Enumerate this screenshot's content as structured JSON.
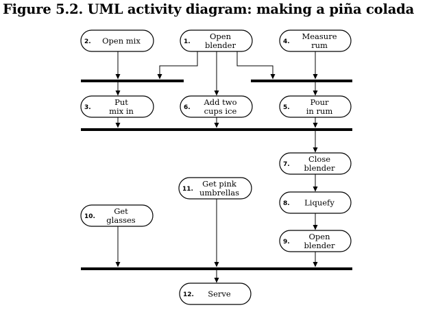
{
  "title": "Figure 5.2. UML activity diagram: making a piña colada",
  "activities": [
    {
      "id": "open-mix",
      "number": "2.",
      "lines": [
        "Open mix"
      ]
    },
    {
      "id": "open-blender",
      "number": "1.",
      "lines": [
        "Open",
        "blender"
      ]
    },
    {
      "id": "measure-rum",
      "number": "4.",
      "lines": [
        "Measure",
        "rum"
      ]
    },
    {
      "id": "put-mix-in",
      "number": "3.",
      "lines": [
        "Put",
        "mix in"
      ]
    },
    {
      "id": "add-ice",
      "number": "6.",
      "lines": [
        "Add two",
        "cups ice"
      ]
    },
    {
      "id": "pour-rum",
      "number": "5.",
      "lines": [
        "Pour",
        "in rum"
      ]
    },
    {
      "id": "close-blender",
      "number": "7.",
      "lines": [
        "Close",
        "blender"
      ]
    },
    {
      "id": "get-umbrellas",
      "number": "11.",
      "lines": [
        "Get pink",
        "umbrellas"
      ]
    },
    {
      "id": "liquefy",
      "number": "8.",
      "lines": [
        "Liquefy"
      ]
    },
    {
      "id": "get-glasses",
      "number": "10.",
      "lines": [
        "Get",
        "glasses"
      ]
    },
    {
      "id": "open-blender-again",
      "number": "9.",
      "lines": [
        "Open",
        "blender"
      ]
    },
    {
      "id": "serve",
      "number": "12.",
      "lines": [
        "Serve"
      ]
    }
  ]
}
